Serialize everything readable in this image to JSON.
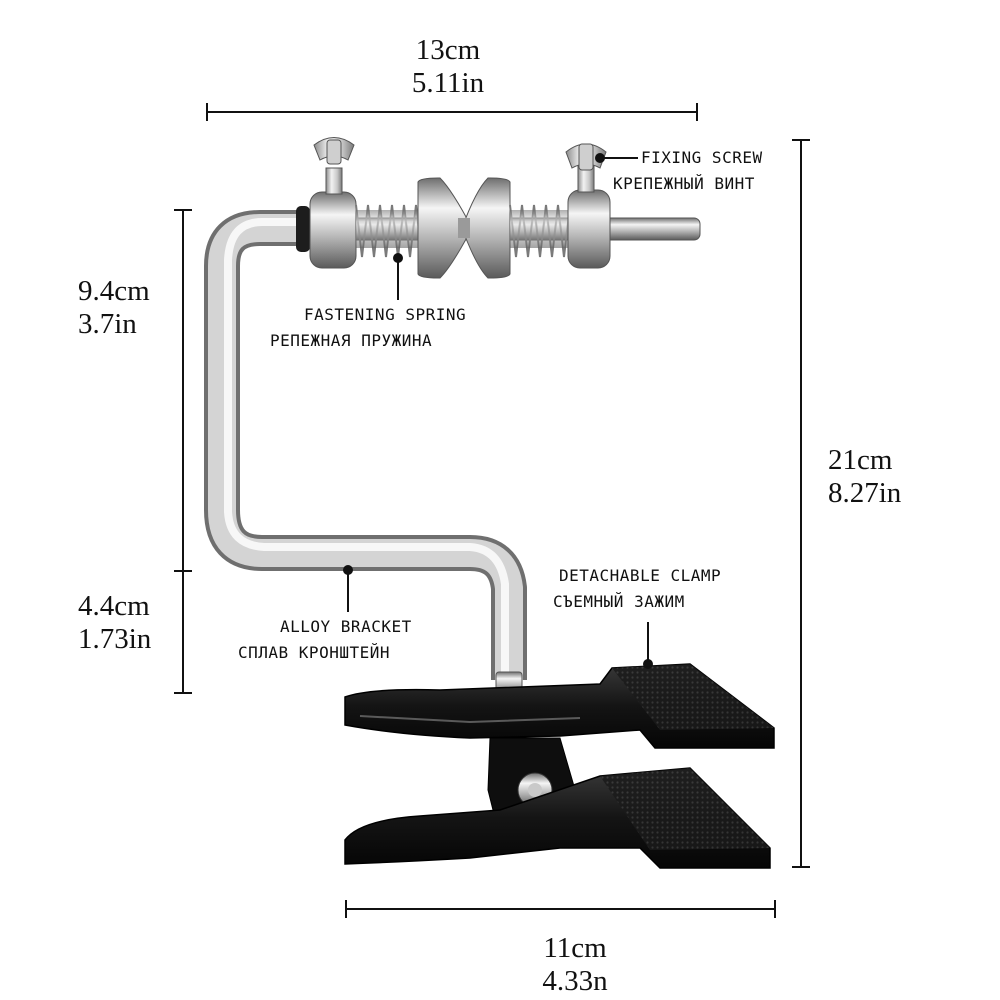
{
  "dimensions": {
    "top_width": {
      "cm": "13cm",
      "in": "5.11in"
    },
    "upper_height": {
      "cm": "9.4cm",
      "in": "3.7in"
    },
    "lower_height": {
      "cm": "4.4cm",
      "in": "1.73in"
    },
    "total_height": {
      "cm": "21cm",
      "in": "8.27in"
    },
    "clamp_width": {
      "cm": "11cm",
      "in": "4.33n"
    }
  },
  "labels": {
    "fixing_screw": {
      "en": "FIXING SCREW",
      "ru": "КРЕПЕЖНЫЙ ВИНТ"
    },
    "fastening_spring": {
      "en": "FASTENING SPRING",
      "ru": "РЕПЕЖНАЯ ПРУЖИНА"
    },
    "alloy_bracket": {
      "en": "ALLOY BRACKET",
      "ru": "СПЛАВ КРОНШТЕЙН"
    },
    "detachable_clamp": {
      "en": "DETACHABLE CLAMP",
      "ru": "СЪЕМНЫЙ ЗАЖИМ"
    }
  },
  "colors": {
    "metal_light": "#e6e6e6",
    "metal_dark": "#8a8a8a",
    "clamp_black": "#141414",
    "line": "#111111"
  }
}
